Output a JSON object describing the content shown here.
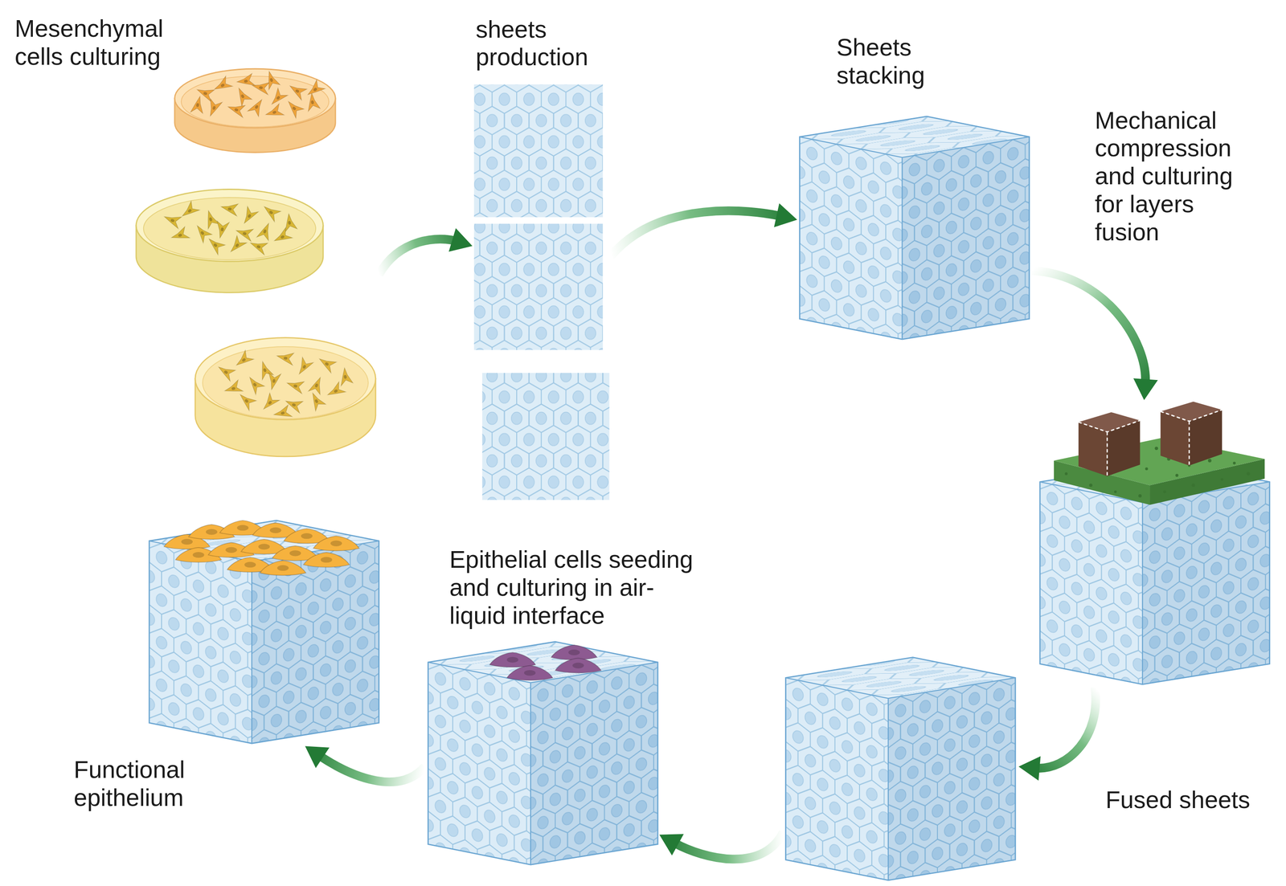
{
  "diagram": {
    "nodes": [
      {
        "text": [
          "Mesenchymal cells culturing"
        ]
      },
      {
        "text": [
          "sheets production"
        ]
      },
      {
        "text": [
          "Sheets stacking"
        ]
      },
      {
        "text": [
          "Mechanical compression and culturing for layers fusion"
        ]
      },
      {
        "text": [
          "Fused sheets"
        ]
      },
      {
        "text": [
          "Epithelial cells seeding and culturing in air-liquid interface"
        ]
      },
      {
        "text": [
          "Functional epithelium"
        ]
      }
    ],
    "edges": [
      {
        "from": 0,
        "to": 1,
        "arrow": "to"
      },
      {
        "from": 1,
        "to": 2,
        "arrow": "to"
      },
      {
        "from": 2,
        "to": 3,
        "arrow": "to"
      },
      {
        "from": 3,
        "to": 4,
        "arrow": "to"
      },
      {
        "from": 4,
        "to": 5,
        "arrow": "to"
      },
      {
        "from": 5,
        "to": 6,
        "arrow": "to"
      }
    ]
  }
}
